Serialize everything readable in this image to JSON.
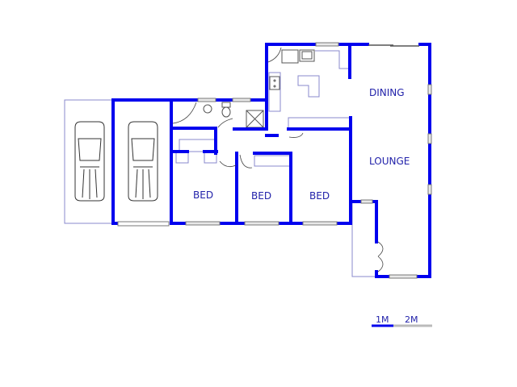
{
  "colors": {
    "wall": "#0000ee",
    "fixture": "#8888cc",
    "label": "#2222aa",
    "window": "#888888",
    "scale_gray": "#bbbbbb"
  },
  "rooms": [
    {
      "name": "dining",
      "label": "DINING"
    },
    {
      "name": "lounge",
      "label": "LOUNGE"
    },
    {
      "name": "bed-1",
      "label": "BED"
    },
    {
      "name": "bed-2",
      "label": "BED"
    },
    {
      "name": "bed-3",
      "label": "BED"
    }
  ],
  "scale": {
    "mark1": "1M",
    "mark2": "2M"
  },
  "icons": [
    "car-icon",
    "car-icon",
    "toilet-icon",
    "basin-icon",
    "shower-icon",
    "sink-icon",
    "stove-icon"
  ]
}
